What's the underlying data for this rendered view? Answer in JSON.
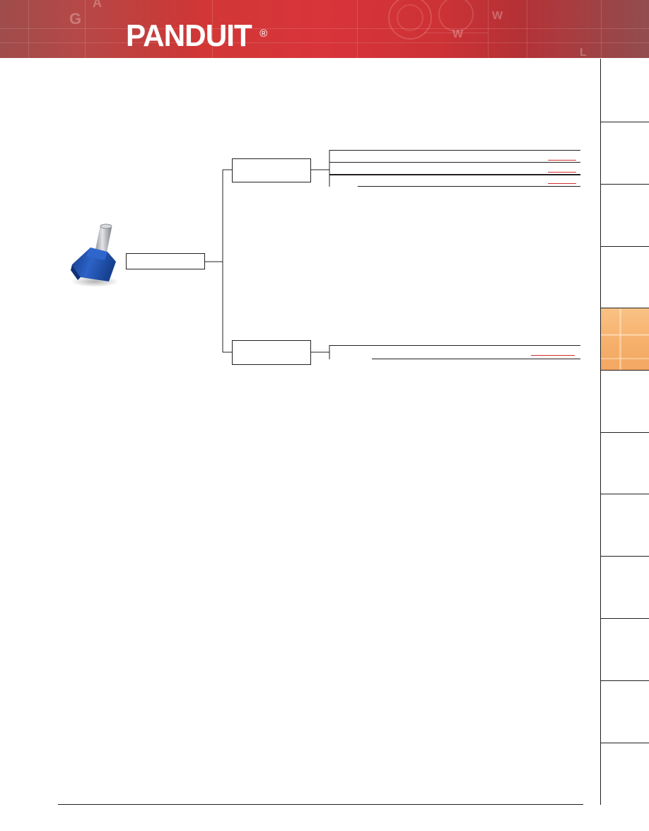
{
  "header": {
    "logo_text": "PANDUIT",
    "logo_mark": "®",
    "colors": {
      "banner_red": "#d23736",
      "banner_dark": "#8e2626",
      "logo": "#ffffff"
    }
  },
  "diagram": {
    "root_label": "",
    "branch_top_label": "",
    "branch_bottom_label": "",
    "top_leaves": [
      "",
      "",
      ""
    ],
    "bottom_leaves": [
      ""
    ],
    "icon": "ferrule-icon",
    "colors": {
      "ferrule_insulation": "#1f4fae",
      "ferrule_tube": "#b9bcc0",
      "link": "#d32f2f",
      "line": "#231f20"
    }
  },
  "sidebar": {
    "tab_count": 12,
    "active_tab_index": 4,
    "colors": {
      "active": "#f6b06b",
      "border": "#231f20"
    }
  }
}
